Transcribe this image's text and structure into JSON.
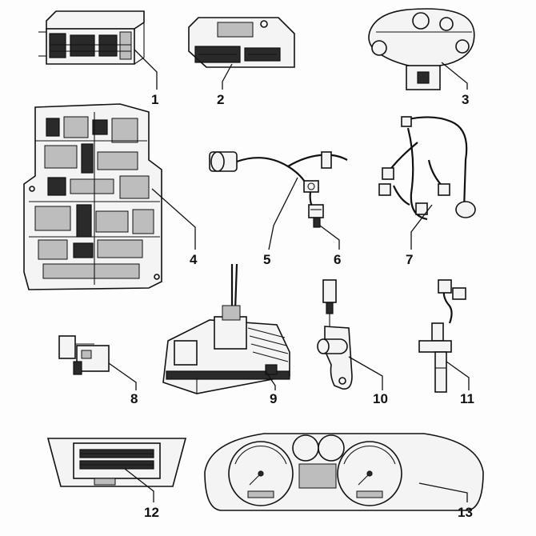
{
  "callouts": {
    "c1": "1",
    "c2": "2",
    "c3": "3",
    "c4": "4",
    "c5": "5",
    "c6": "6",
    "c7": "7",
    "c8": "8",
    "c9": "9",
    "c10": "10",
    "c11": "11",
    "c12": "12",
    "c13": "13"
  },
  "colors": {
    "ink": "#111111",
    "paper": "#fdfdfd"
  }
}
